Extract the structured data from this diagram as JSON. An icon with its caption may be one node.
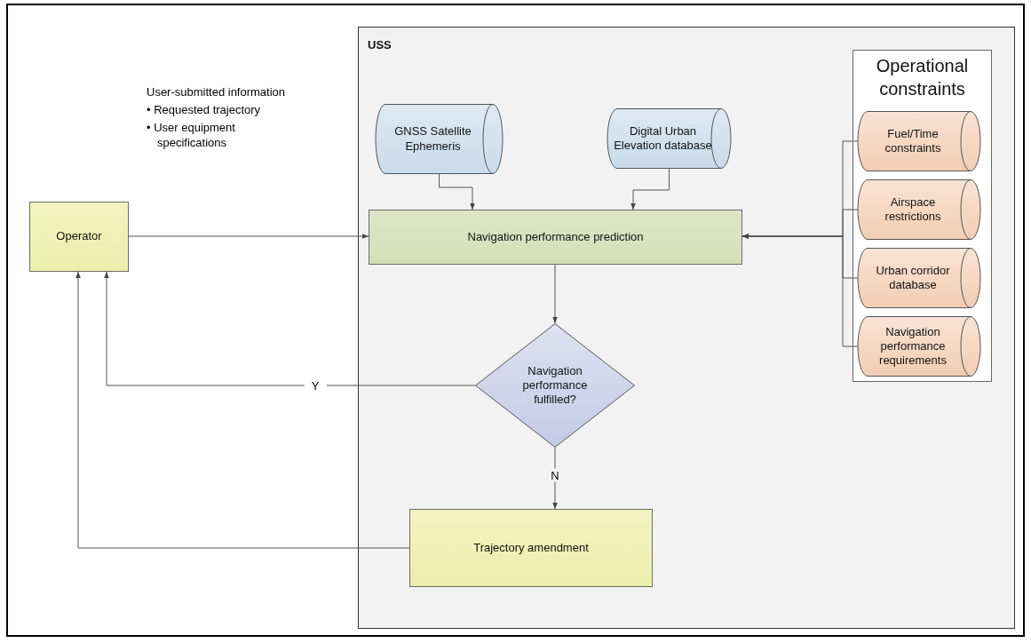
{
  "diagram": {
    "nodes": [
      {
        "text": [
          "Operator"
        ]
      },
      {
        "text": [
          "USS"
        ]
      },
      {
        "text": [
          "GNSS Satellite Ephemeris"
        ],
        "in": 1
      },
      {
        "text": [
          "Digital Urban Elevation database"
        ],
        "in": 1
      },
      {
        "text": [
          "Operational constraints"
        ],
        "in": 1
      },
      {
        "text": [
          "Fuel/Time constraints"
        ],
        "in": 4
      },
      {
        "text": [
          "Airspace restrictions"
        ],
        "in": 4
      },
      {
        "text": [
          "Urban corridor database"
        ],
        "in": 4
      },
      {
        "text": [
          "Navigation performance requirements"
        ],
        "in": 4
      },
      {
        "text": [
          "Navigation performance prediction"
        ],
        "in": 1
      },
      {
        "text": [
          "Navigation performance fulfilled?"
        ],
        "in": 1
      },
      {
        "text": [
          "Trajectory amendment"
        ],
        "in": 1
      }
    ],
    "edges": [
      {
        "from": 0,
        "to": 9,
        "arrow": "to"
      },
      {
        "from": 2,
        "to": 9,
        "arrow": "to"
      },
      {
        "from": 3,
        "to": 9,
        "arrow": "to"
      },
      {
        "from": 5,
        "to": 9,
        "arrow": "to"
      },
      {
        "from": 6,
        "to": 9,
        "arrow": "to"
      },
      {
        "from": 7,
        "to": 9,
        "arrow": "to"
      },
      {
        "from": 8,
        "to": 9,
        "arrow": "to"
      },
      {
        "from": 9,
        "to": 10,
        "arrow": "to"
      },
      {
        "from": 10,
        "to": 0,
        "arrow": "to",
        "label": "Y"
      },
      {
        "from": 10,
        "to": 11,
        "arrow": "to",
        "label": "N"
      },
      {
        "from": 11,
        "to": 0,
        "arrow": "to"
      }
    ],
    "labels": [
      "User-submitted information",
      "• Requested trajectory",
      "• User equipment specifications"
    ]
  }
}
